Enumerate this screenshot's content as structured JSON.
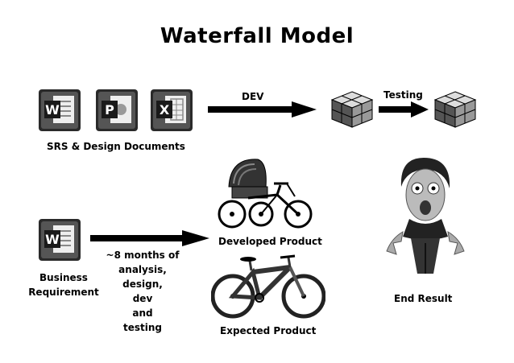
{
  "title": "Waterfall Model",
  "top_row": {
    "documents_label": "SRS & Design Documents",
    "dev_label": "DEV",
    "testing_label": "Testing",
    "documents": [
      {
        "app": "Word",
        "letter": "W",
        "icon": "word-document-icon"
      },
      {
        "app": "PowerPoint",
        "letter": "P",
        "icon": "powerpoint-document-icon"
      },
      {
        "app": "Excel",
        "letter": "X",
        "icon": "excel-document-icon"
      }
    ],
    "cube_icon": "rubiks-cube-icon"
  },
  "bottom_row": {
    "business_requirement": [
      "Business",
      "Requirement"
    ],
    "process_lines": [
      "~8 months of",
      "analysis,",
      "design,",
      "dev",
      "and",
      "testing"
    ],
    "developed_product_label": "Developed Product",
    "expected_product_label": "Expected Product",
    "end_result_label": "End Result"
  },
  "colors": {
    "background": "#ffffff",
    "arrow": "#000000",
    "text": "#000000"
  }
}
